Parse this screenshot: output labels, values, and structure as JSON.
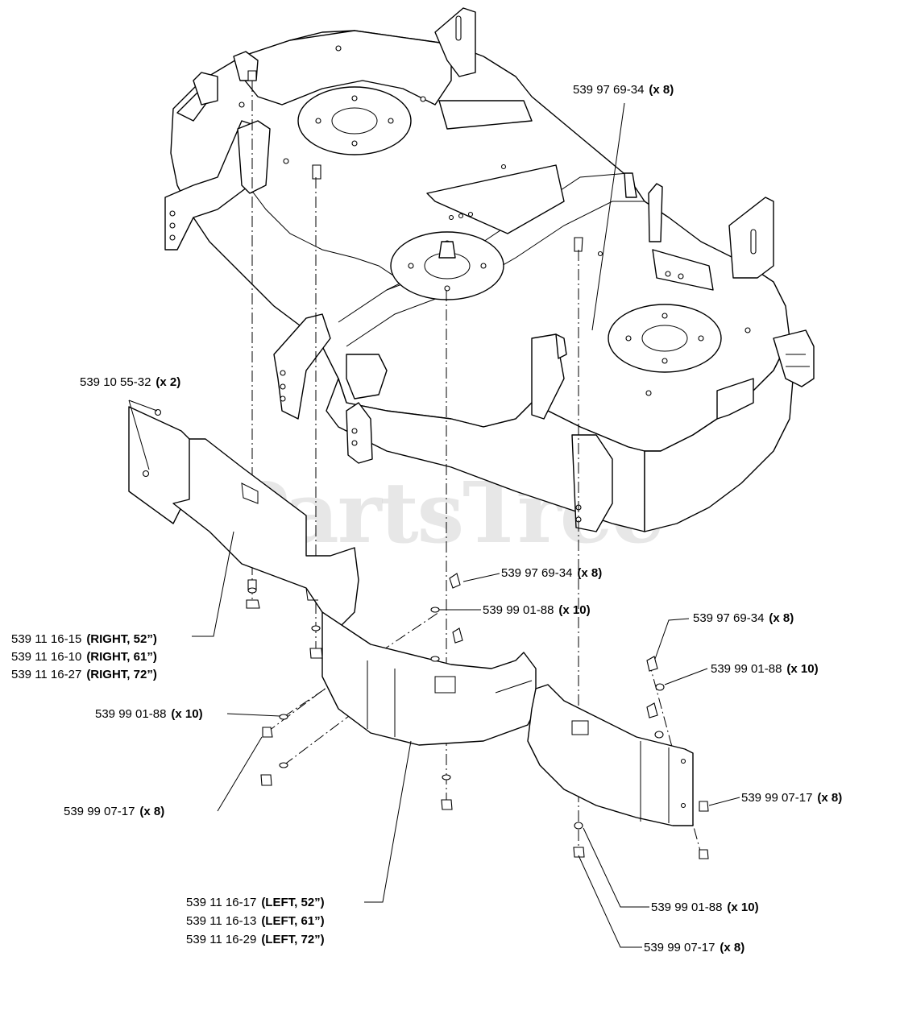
{
  "watermark": {
    "text": "PartsTree",
    "tm": "™"
  },
  "callouts": [
    {
      "id": "c1",
      "part": "539 97 69-34",
      "qty": "(x 8)"
    },
    {
      "id": "c2",
      "part": "539 10 55-32",
      "qty": "(x 2)"
    },
    {
      "id": "c3a",
      "part": "539 11 16-15",
      "qty": "(RIGHT, 52”)"
    },
    {
      "id": "c3b",
      "part": "539 11 16-10",
      "qty": "(RIGHT, 61”)"
    },
    {
      "id": "c3c",
      "part": "539 11 16-27",
      "qty": "(RIGHT, 72”)"
    },
    {
      "id": "c4",
      "part": "539 97 69-34",
      "qty": "(x 8)"
    },
    {
      "id": "c5",
      "part": "539 99 01-88",
      "qty": "(x 10)"
    },
    {
      "id": "c6",
      "part": "539 97 69-34",
      "qty": "(x 8)"
    },
    {
      "id": "c7",
      "part": "539 99 01-88",
      "qty": "(x 10)"
    },
    {
      "id": "c8",
      "part": "539 99 01-88",
      "qty": "(x 10)"
    },
    {
      "id": "c9",
      "part": "539 99 07-17",
      "qty": "(x 8)"
    },
    {
      "id": "c10",
      "part": "539 99 07-17",
      "qty": "(x 8)"
    },
    {
      "id": "c11a",
      "part": "539 11 16-17",
      "qty": "(LEFT, 52”)"
    },
    {
      "id": "c11b",
      "part": "539 11 16-13",
      "qty": "(LEFT, 61”)"
    },
    {
      "id": "c11c",
      "part": "539 11 16-29",
      "qty": "(LEFT, 72”)"
    },
    {
      "id": "c12",
      "part": "539 99 01-88",
      "qty": "(x 10)"
    },
    {
      "id": "c13",
      "part": "539 99 07-17",
      "qty": "(x 8)"
    }
  ]
}
